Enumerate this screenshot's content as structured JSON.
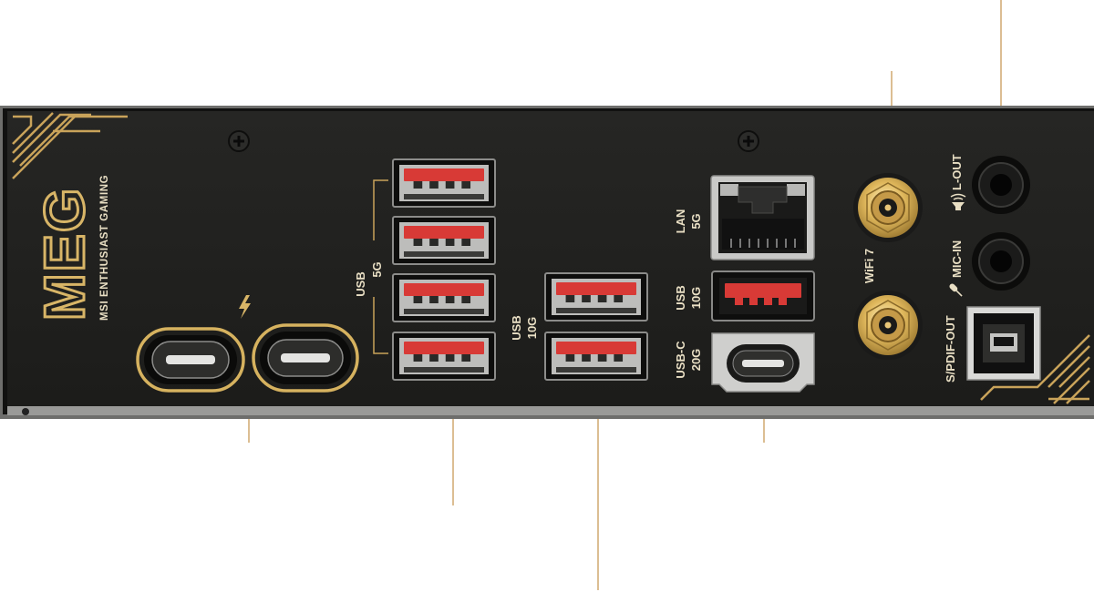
{
  "brand": {
    "logo_text": "MEG",
    "tagline": "MSI ENTHUSIAST GAMING"
  },
  "labels": {
    "usb_5g": [
      "USB",
      "5G"
    ],
    "usb_10g_stack": [
      "USB",
      "10G"
    ],
    "lan": [
      "LAN",
      "5G"
    ],
    "usb_10g_single": [
      "USB",
      "10G"
    ],
    "usb_c": [
      "USB-C",
      "20G"
    ],
    "wifi": "WiFi 7",
    "lout": "L-OUT",
    "micin": "MIC-IN",
    "spdif": "S/PDIF-OUT"
  },
  "icons": {
    "thunderbolt": "thunderbolt-icon",
    "speaker": "speaker-icon",
    "microphone": "microphone-icon",
    "screw": "screw-icon"
  },
  "colors": {
    "panel": "#1f1f1d",
    "gold": "#c9a35a",
    "usb_red": "#d83a36",
    "usb_insert": "#c7c7c7",
    "label": "#e9dfc4",
    "callout_line": "#c89a59"
  }
}
